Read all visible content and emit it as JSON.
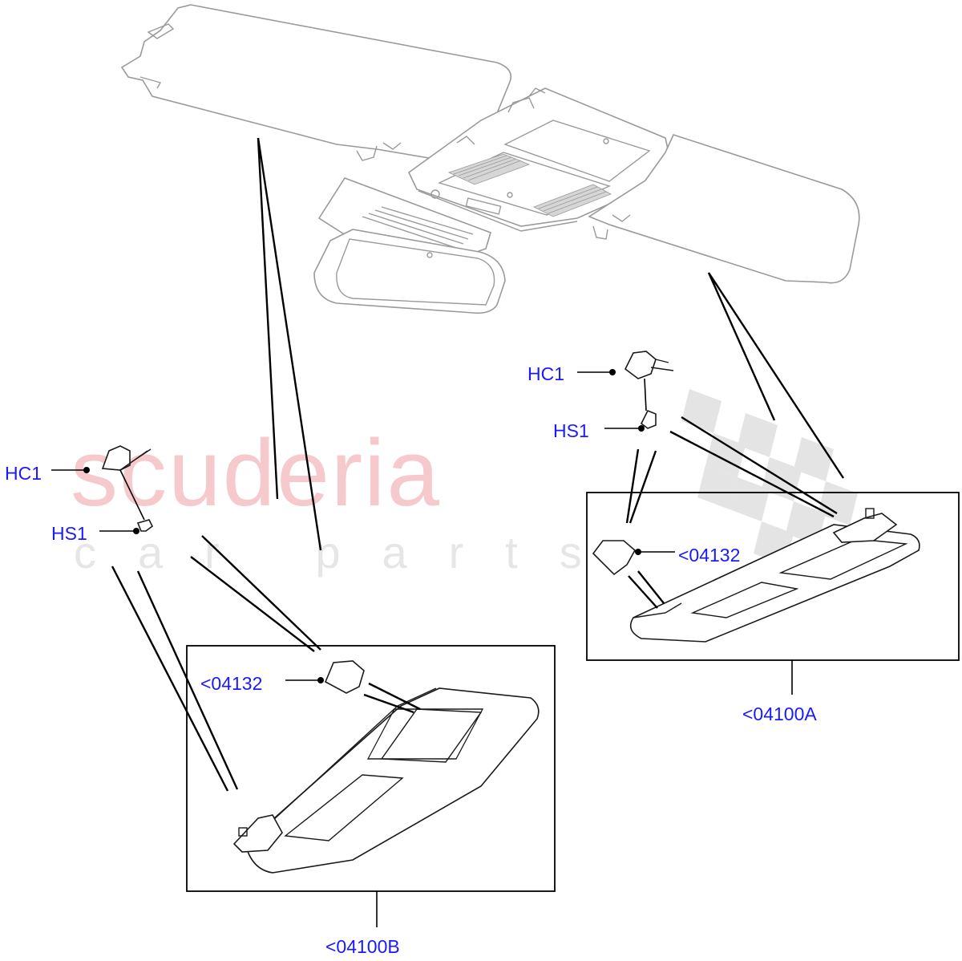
{
  "watermark": {
    "brand": "scuderia",
    "subtitle": "car parts"
  },
  "callouts": {
    "hc1_left": "HC1",
    "hs1_left": "HS1",
    "hc1_right": "HC1",
    "hs1_right": "HS1",
    "clip_left": "<04132",
    "clip_right": "<04132",
    "visor_right": "<04100A",
    "visor_left": "<04100B"
  },
  "colors": {
    "label": "#1a1aff",
    "watermark_brand": "#f6c9cc",
    "watermark_checker": "#e4e4e4",
    "ghost_outline": "#9a9a9a",
    "part_outline": "#1a1a1a"
  }
}
